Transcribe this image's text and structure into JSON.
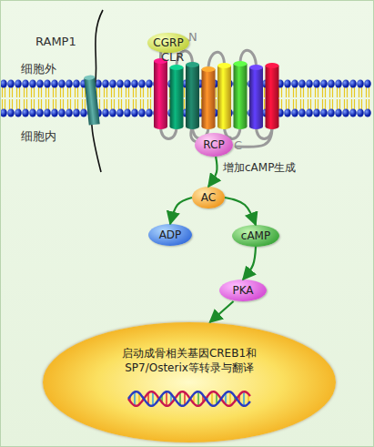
{
  "diagram": {
    "nodes": [
      {
        "text": [
          "CGRP"
        ]
      },
      {
        "text": [
          "RCP"
        ]
      },
      {
        "text": [
          "AC"
        ]
      },
      {
        "text": [
          "ADP"
        ]
      },
      {
        "text": [
          "cAMP"
        ]
      },
      {
        "text": [
          "PKA"
        ]
      },
      {
        "text": [
          "启动成骨相关基因CREB1和 SP7/Osterix等转录与翻译"
        ]
      }
    ],
    "edges": [
      {
        "from": 1,
        "to": 2,
        "arrow": "to",
        "label": "增加cAMP生成"
      },
      {
        "from": 2,
        "to": 3,
        "arrow": "to"
      },
      {
        "from": 2,
        "to": 4,
        "arrow": "to"
      },
      {
        "from": 4,
        "to": 5,
        "arrow": "to"
      },
      {
        "from": 5,
        "to": 6,
        "arrow": "to"
      }
    ],
    "labels": [
      "细胞外",
      "RAMP1",
      "CLR",
      "N",
      "细胞内",
      "C"
    ]
  }
}
